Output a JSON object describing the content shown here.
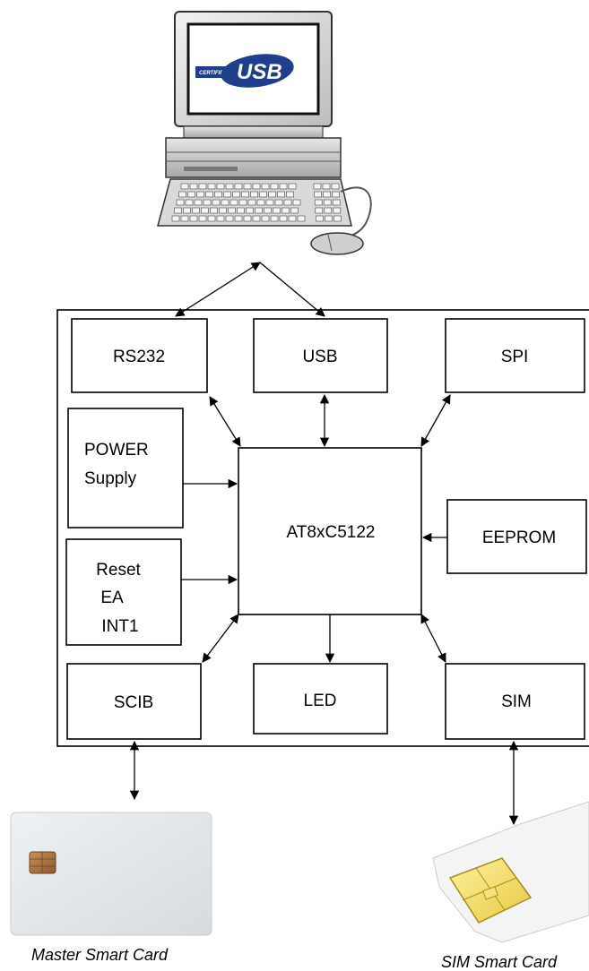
{
  "blocks": {
    "rs232": "RS232",
    "usb": "USB",
    "spi": "SPI",
    "power_line1": "POWER",
    "power_line2": "Supply",
    "mcu": "AT8xC5122",
    "eeprom": "EEPROM",
    "reset_line1": "Reset",
    "reset_line2": "EA",
    "reset_line3": "INT1",
    "scib": "SCIB",
    "led": "LED",
    "sim": "SIM"
  },
  "host": {
    "logo_main": "USB",
    "logo_badge": "CERTIFIED"
  },
  "captions": {
    "master_card": "Master Smart Card",
    "sim_card": "SIM Smart Card"
  }
}
